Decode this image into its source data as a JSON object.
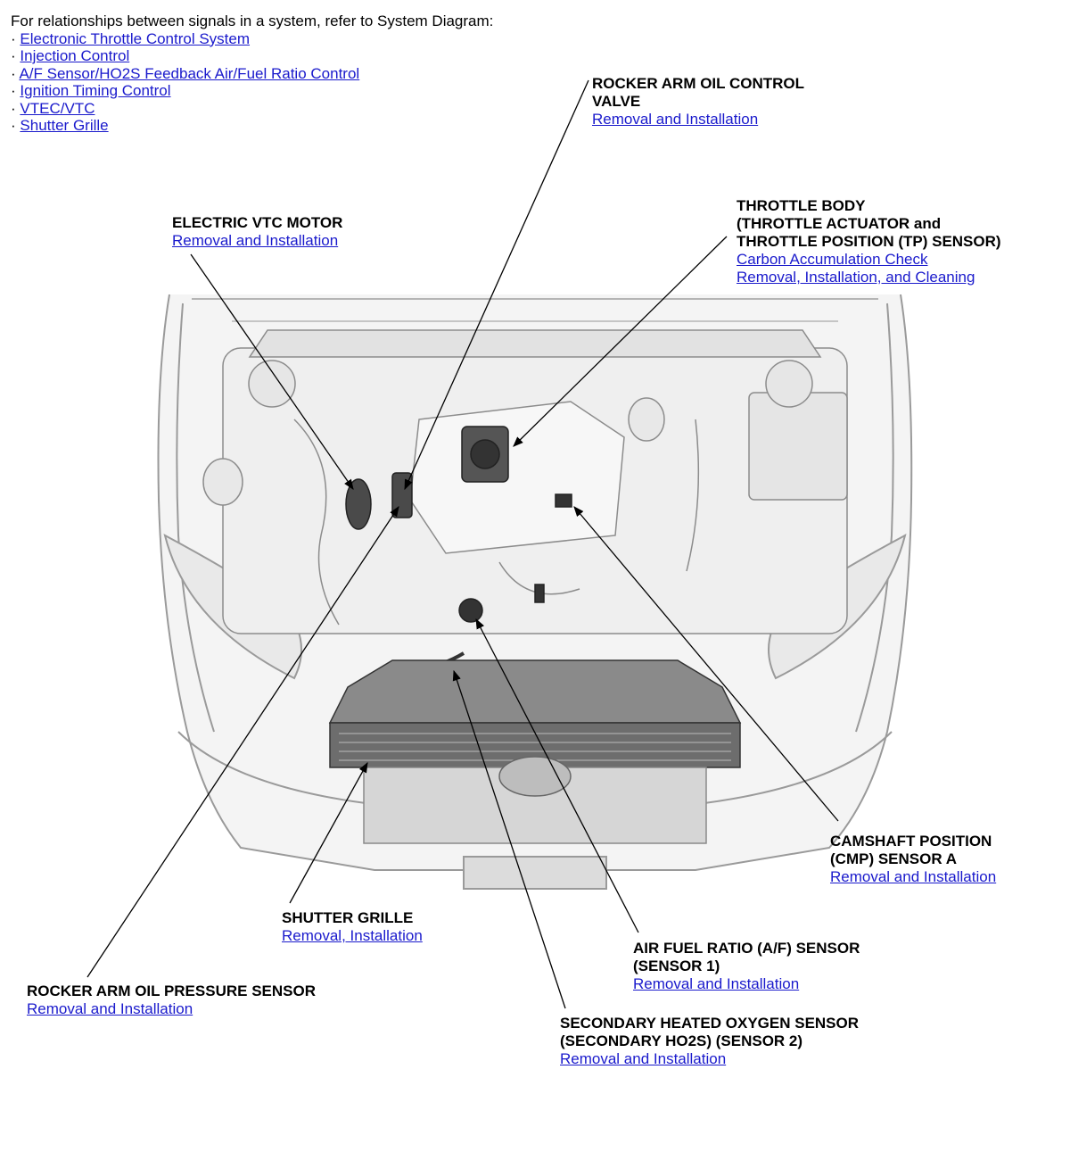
{
  "intro": {
    "text": "For relationships between signals in a system, refer to System Diagram:",
    "bullet": "·",
    "links": [
      "Electronic Throttle Control System",
      "Injection Control",
      "A/F Sensor/HO2S Feedback Air/Fuel Ratio Control",
      "Ignition Timing Control",
      "VTEC/VTC",
      "Shutter Grille"
    ]
  },
  "callouts": {
    "rocker_valve": {
      "title": [
        "ROCKER ARM OIL CONTROL",
        "VALVE"
      ],
      "links": [
        "Removal and Installation"
      ]
    },
    "vtc_motor": {
      "title": [
        "ELECTRIC VTC MOTOR"
      ],
      "links": [
        "Removal and Installation"
      ]
    },
    "throttle": {
      "title": [
        "THROTTLE BODY",
        "(THROTTLE ACTUATOR and",
        "THROTTLE POSITION (TP) SENSOR)"
      ],
      "links": [
        "Carbon Accumulation Check",
        "Removal, Installation, and Cleaning"
      ]
    },
    "cmp": {
      "title": [
        "CAMSHAFT POSITION",
        "(CMP) SENSOR A"
      ],
      "links": [
        "Removal and Installation"
      ]
    },
    "shutter": {
      "title": [
        "SHUTTER GRILLE"
      ],
      "links": [
        "Removal, Installation"
      ]
    },
    "af": {
      "title": [
        "AIR FUEL RATIO (A/F) SENSOR",
        "(SENSOR 1)"
      ],
      "links": [
        "Removal and Installation"
      ]
    },
    "pressure": {
      "title": [
        "ROCKER ARM OIL PRESSURE SENSOR"
      ],
      "links": [
        "Removal and Installation"
      ]
    },
    "ho2s": {
      "title": [
        "SECONDARY HEATED OXYGEN SENSOR",
        "(SECONDARY HO2S) (SENSOR 2)"
      ],
      "links": [
        "Removal and Installation"
      ]
    }
  }
}
